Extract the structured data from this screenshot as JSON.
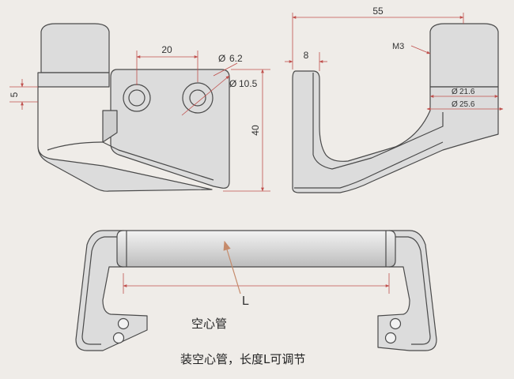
{
  "colors": {
    "background": "#efece8",
    "part_fill": "#dcdcdc",
    "part_stroke": "#4a4a4a",
    "dimension_line": "#c0504d",
    "leader_arrow": "#c58a6a"
  },
  "dimensions": {
    "left_view": {
      "hole_spacing": "20",
      "small_hole_dia": "6.2",
      "large_hole_dia": "10.5",
      "step_height": "5",
      "overall_height": "40"
    },
    "right_view": {
      "overall_length": "55",
      "flange_thickness": "8",
      "thread": "M3",
      "inner_dia": "21.6",
      "outer_dia": "25.6"
    },
    "handle_view": {
      "length_label": "L"
    }
  },
  "symbols": {
    "diameter": "Ø"
  },
  "labels": {
    "hollow_tube": "空心管",
    "caption": "装空心管，长度L可调节"
  }
}
